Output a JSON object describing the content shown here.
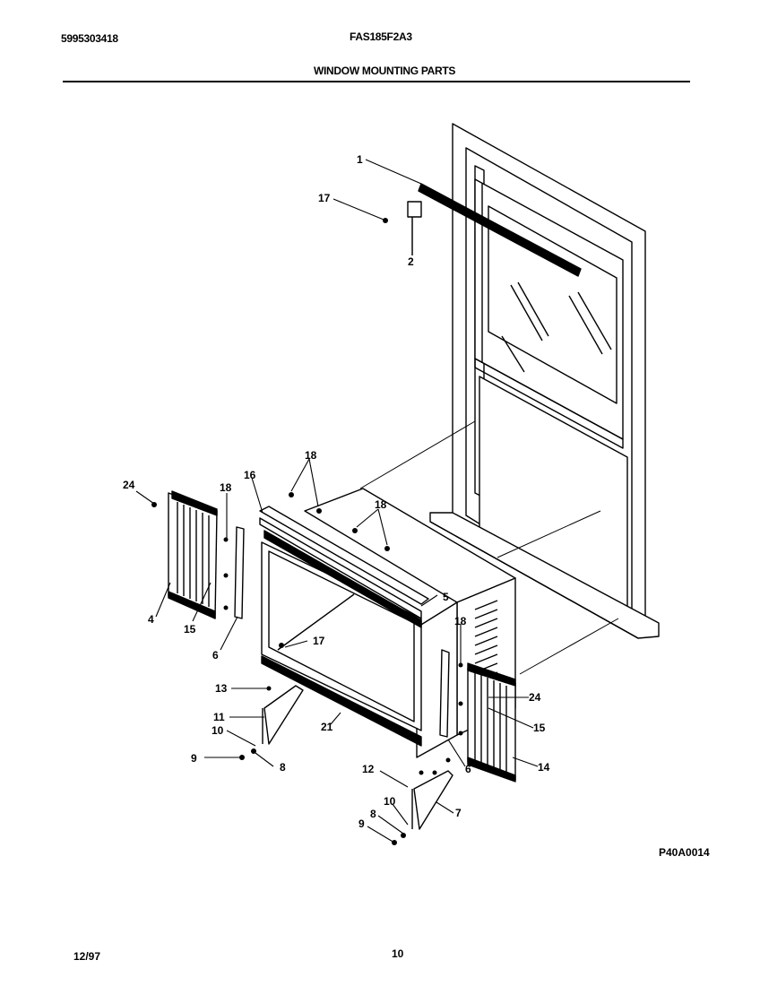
{
  "header": {
    "doc_number": "5995303418",
    "model": "FAS185F2A3",
    "section_title": "WINDOW MOUNTING PARTS"
  },
  "footer": {
    "date": "12/97",
    "page": "10"
  },
  "figure_code": "P40A0014",
  "callouts": {
    "c1": "1",
    "c2": "2",
    "c17a": "17",
    "c18top": "18",
    "c18mid": "18",
    "c18left": "18",
    "c18right": "18",
    "c24left": "24",
    "c24right": "24",
    "c16": "16",
    "c5": "5",
    "c4": "4",
    "c15left": "15",
    "c15right": "15",
    "c6left": "6",
    "c6right": "6",
    "c17b": "17",
    "c13": "13",
    "c11": "11",
    "c10left": "10",
    "c10right": "10",
    "c9left": "9",
    "c9right": "9",
    "c8left": "8",
    "c8right": "8",
    "c21": "21",
    "c14": "14",
    "c12": "12",
    "c7": "7"
  }
}
